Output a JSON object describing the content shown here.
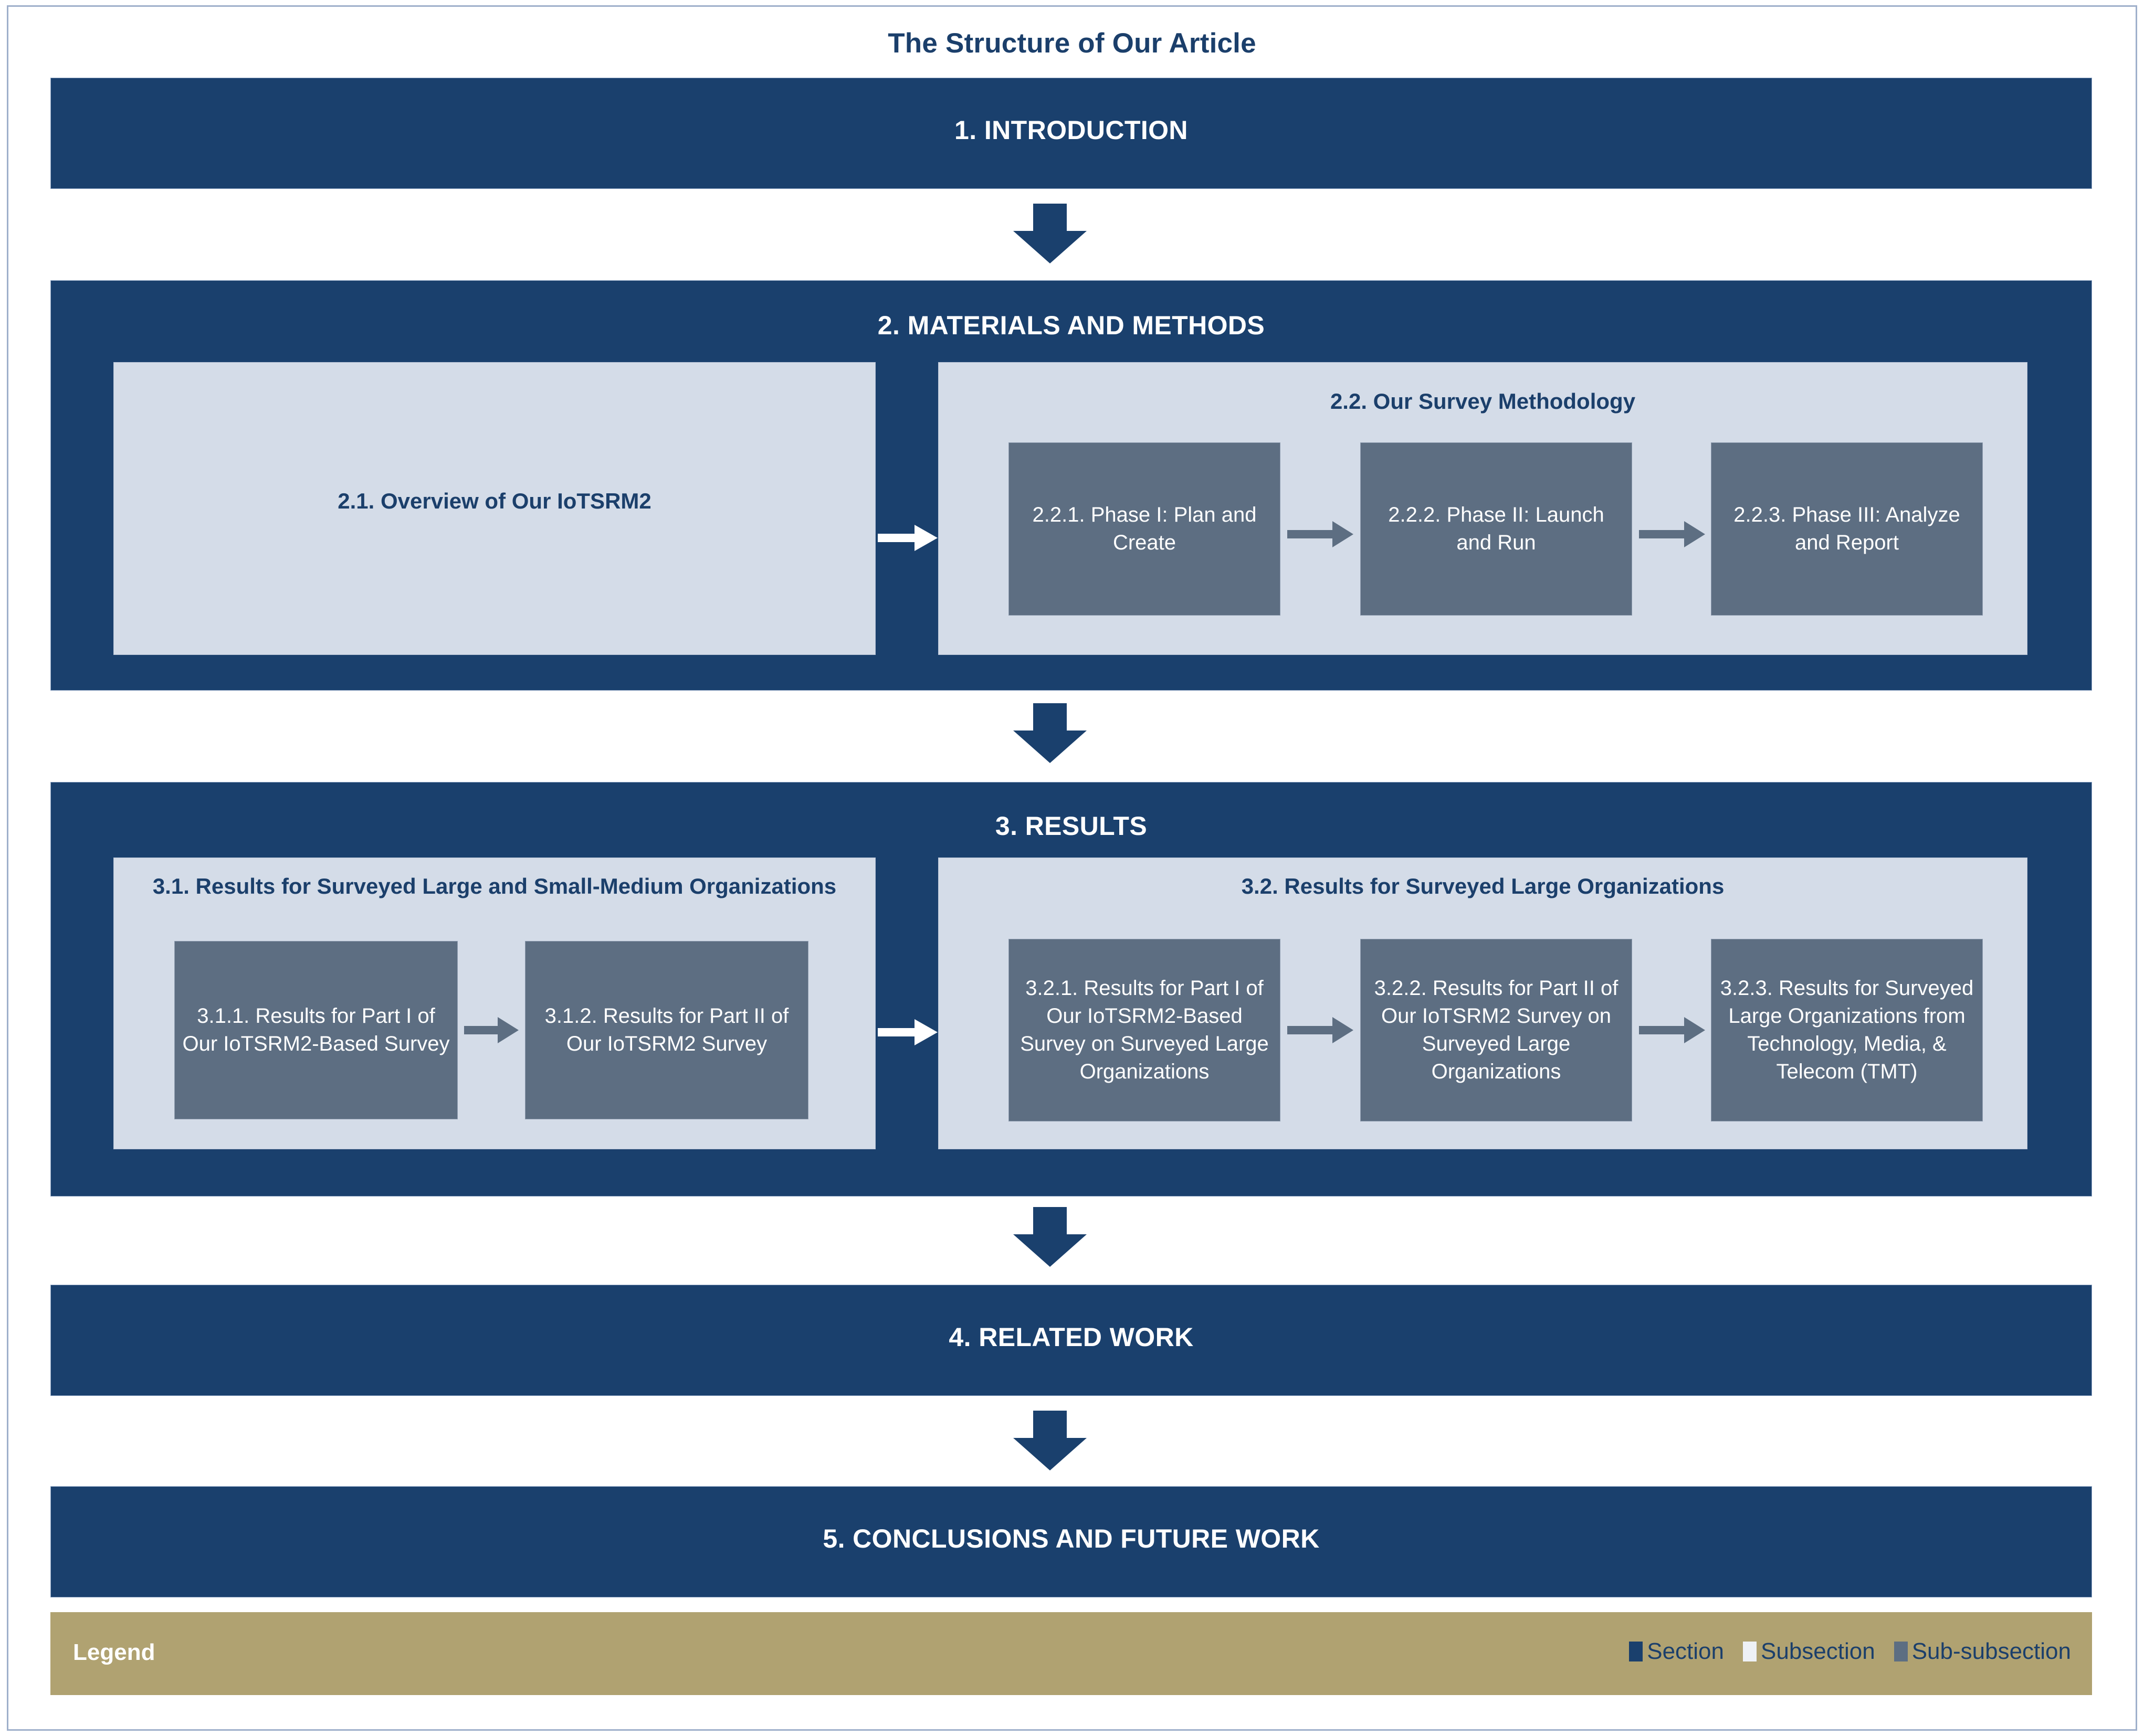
{
  "title": "The Structure of Our Article",
  "colors": {
    "section": "#1a406d",
    "subsection": "#d4dce8",
    "sub_subsection": "#5d6e82",
    "legend_bar": "#b0a271",
    "page_background": "#ffffff",
    "frame_border": "#9fb0cb",
    "title_text": "#1b3f6b"
  },
  "sections": [
    {
      "id": "1",
      "label": "1. INTRODUCTION"
    },
    {
      "id": "2",
      "label": "2. MATERIALS AND METHODS"
    },
    {
      "id": "3",
      "label": "3. RESULTS"
    },
    {
      "id": "4",
      "label": "4. RELATED WORK"
    },
    {
      "id": "5",
      "label": "5. CONCLUSIONS AND FUTURE WORK"
    }
  ],
  "subsections": {
    "s21": "2.1. Overview of Our IoTSRM2",
    "s22": "2.2. Our Survey Methodology",
    "s31": "3.1. Results for Surveyed Large and Small-Medium Organizations",
    "s32": "3.2. Results for Surveyed Large Organizations"
  },
  "sub_subsections": {
    "s221": "2.2.1. Phase I: Plan and Create",
    "s222": "2.2.2. Phase II: Launch and Run",
    "s223": "2.2.3. Phase III: Analyze and Report",
    "s311": "3.1.1. Results for Part I of Our IoTSRM2-Based Survey",
    "s312": "3.1.2. Results for Part II of Our IoTSRM2 Survey",
    "s321": "3.2.1. Results for Part I of Our IoTSRM2-Based Survey on Surveyed Large Organizations",
    "s322": "3.2.2. Results for Part II of Our IoTSRM2 Survey on Surveyed Large Organizations",
    "s323": "3.2.3. Results for Surveyed Large Organizations from Technology, Media, & Telecom (TMT)"
  },
  "legend": {
    "label": "Legend",
    "items": [
      {
        "label": "Section",
        "color": "#1a406d"
      },
      {
        "label": "Subsection",
        "color": "#eef1f6"
      },
      {
        "label": "Sub-subsection",
        "color": "#5d6e82"
      }
    ]
  }
}
